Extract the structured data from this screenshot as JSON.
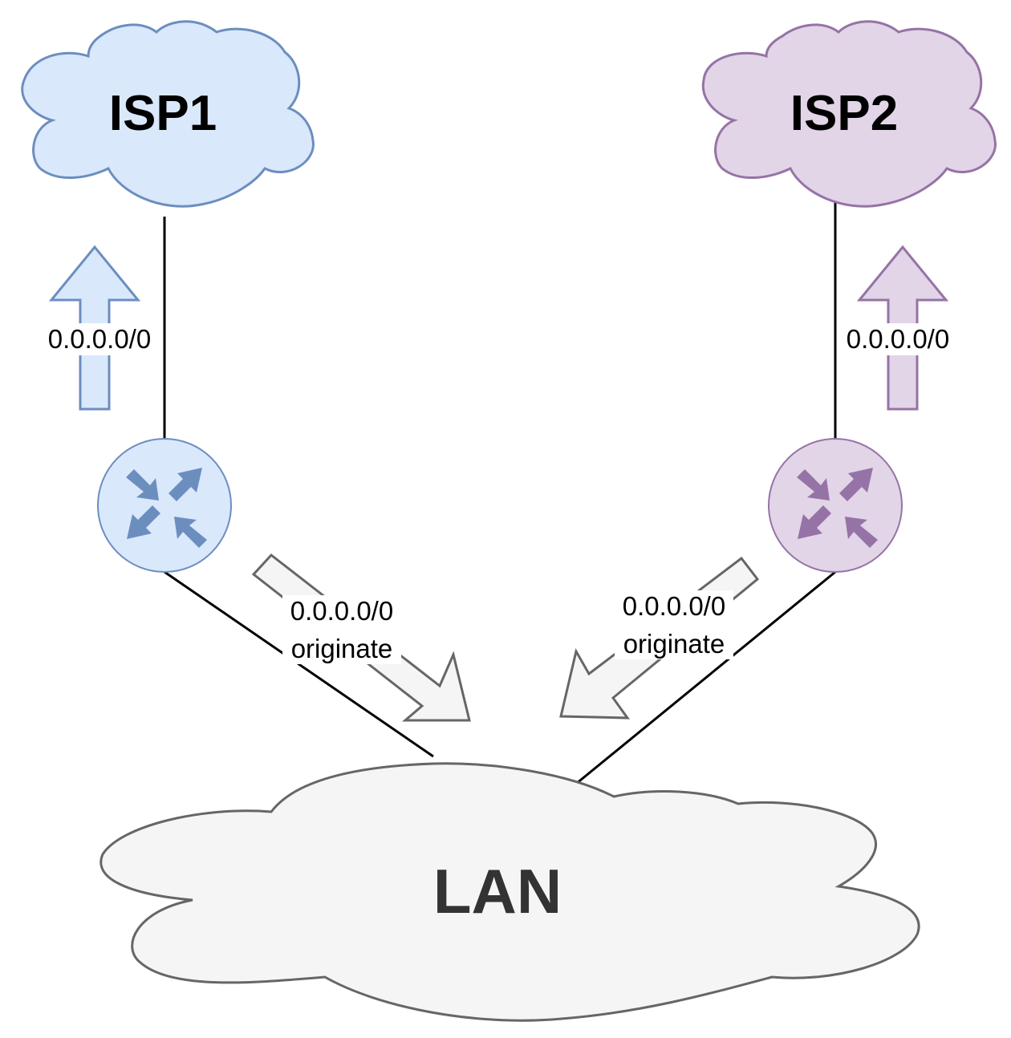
{
  "nodes": {
    "isp1": {
      "label": "ISP1",
      "fill": "#dae8fc",
      "stroke": "#6c8ebf"
    },
    "isp2": {
      "label": "ISP2",
      "fill": "#e1d5e7",
      "stroke": "#9673a6"
    },
    "lan": {
      "label": "LAN",
      "fill": "#f5f5f5",
      "stroke": "#666666"
    },
    "router1": {
      "fill": "#dae8fc",
      "stroke": "#6c8ebf",
      "icon": "router-icon"
    },
    "router2": {
      "fill": "#e1d5e7",
      "stroke": "#9673a6",
      "icon": "router-icon"
    }
  },
  "routes": {
    "isp1_up": {
      "label": "0.0.0.0/0"
    },
    "isp2_up": {
      "label": "0.0.0.0/0"
    },
    "r1_down": {
      "line1": "0.0.0.0/0",
      "line2": "originate"
    },
    "r2_down": {
      "line1": "0.0.0.0/0",
      "line2": "originate"
    }
  }
}
